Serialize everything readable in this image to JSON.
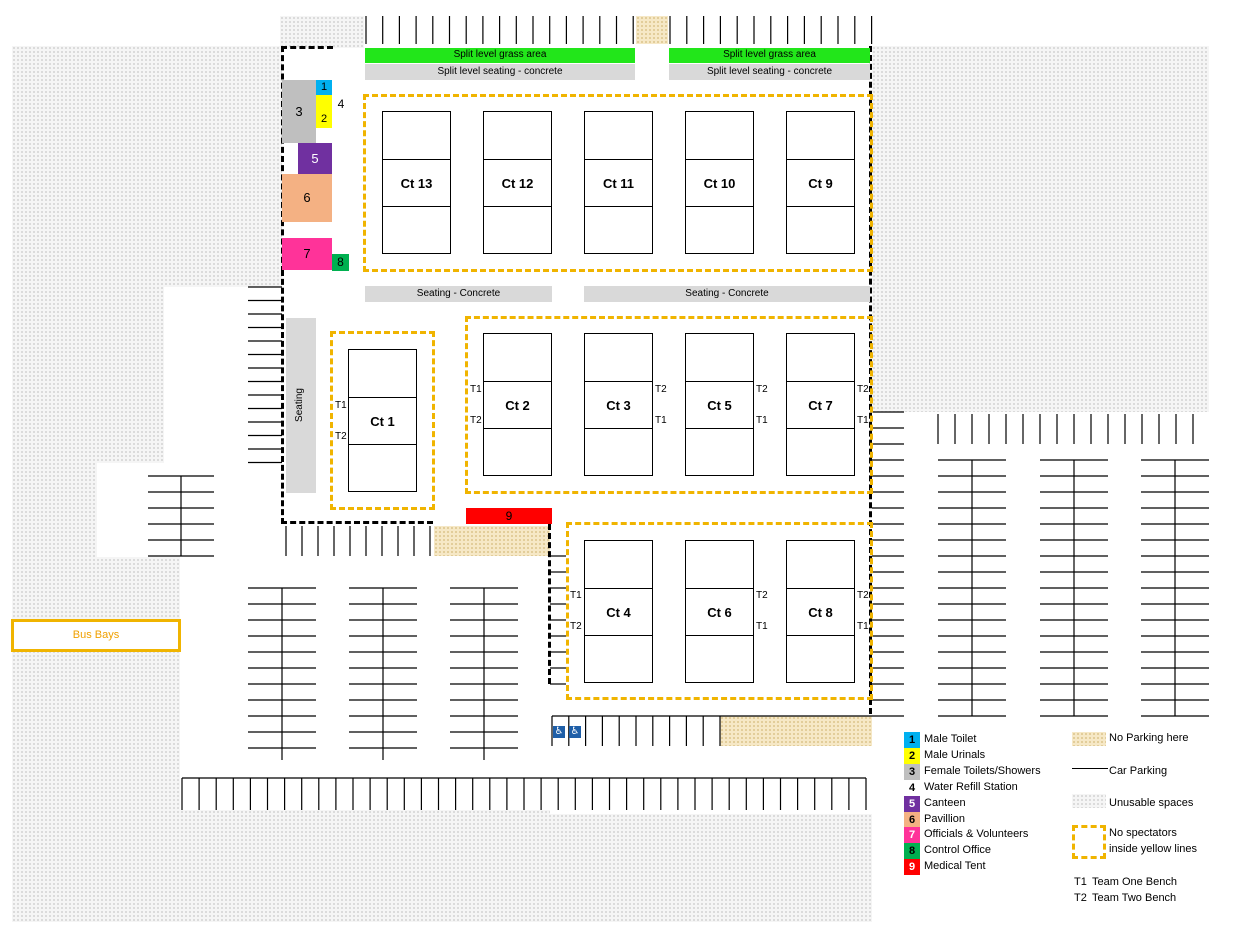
{
  "map": {
    "grass_areas": [
      "Split level grass area",
      "Split level grass area"
    ],
    "split_seating": [
      "Split level seating - concrete",
      "Split level seating - concrete"
    ],
    "middle_seating": [
      "Seating - Concrete",
      "Seating - Concrete"
    ],
    "side_seating": "Seating",
    "bus_bays": "Bus Bays",
    "courts": {
      "ct13": "Ct 13",
      "ct12": "Ct 12",
      "ct11": "Ct 11",
      "ct10": "Ct 10",
      "ct9": "Ct 9",
      "ct1": "Ct 1",
      "ct2": "Ct 2",
      "ct3": "Ct 3",
      "ct5": "Ct 5",
      "ct7": "Ct 7",
      "ct4": "Ct 4",
      "ct6": "Ct 6",
      "ct8": "Ct 8"
    },
    "bench_t1": "T1",
    "bench_t2": "T2",
    "facility_numbers": [
      "1",
      "2",
      "3",
      "4",
      "5",
      "6",
      "7",
      "8",
      "9"
    ],
    "accessible_symbol": "♿"
  },
  "legend": {
    "facilities": [
      {
        "num": "1",
        "label": "Male Toilet",
        "color": "#00b0f0"
      },
      {
        "num": "2",
        "label": "Male Urinals",
        "color": "#ffff00"
      },
      {
        "num": "3",
        "label": "Female Toilets/Showers",
        "color": "#bfbfbf"
      },
      {
        "num": "4",
        "label": "Water Refill Station",
        "color": "#ffffff"
      },
      {
        "num": "5",
        "label": "Canteen",
        "color": "#7030a0"
      },
      {
        "num": "6",
        "label": "Pavillion",
        "color": "#f4b183"
      },
      {
        "num": "7",
        "label": "Officials & Volunteers",
        "color": "#ff3399"
      },
      {
        "num": "8",
        "label": "Control Office",
        "color": "#00b050"
      },
      {
        "num": "9",
        "label": "Medical Tent",
        "color": "#ff0000"
      }
    ],
    "no_parking": "No Parking here",
    "car_parking": "Car Parking",
    "unusable": "Unusable spaces",
    "no_spectators_1": "No spectators",
    "no_spectators_2": "inside yellow lines",
    "team_one_code": "T1",
    "team_one_label": "Team One Bench",
    "team_two_code": "T2",
    "team_two_label": "Team Two Bench"
  }
}
